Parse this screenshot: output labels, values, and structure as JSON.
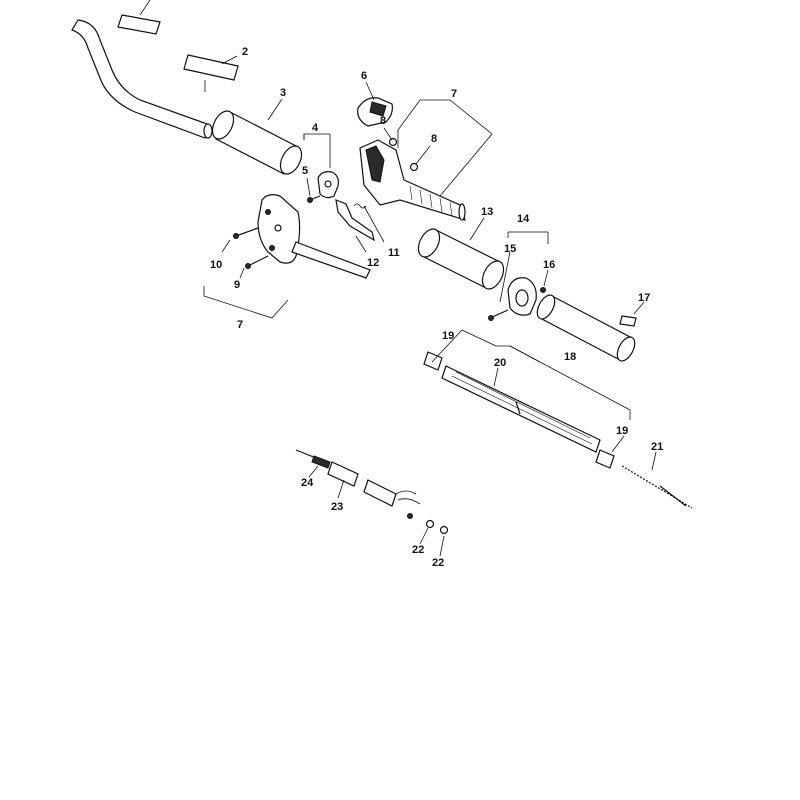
{
  "diagram": {
    "type": "exploded-parts-diagram",
    "callouts": [
      "2",
      "3",
      "4",
      "5",
      "6",
      "7",
      "8",
      "8",
      "9",
      "10",
      "11",
      "12",
      "13",
      "14",
      "15",
      "16",
      "17",
      "18",
      "19",
      "19",
      "20",
      "21",
      "22",
      "22",
      "23",
      "24",
      "7"
    ]
  }
}
